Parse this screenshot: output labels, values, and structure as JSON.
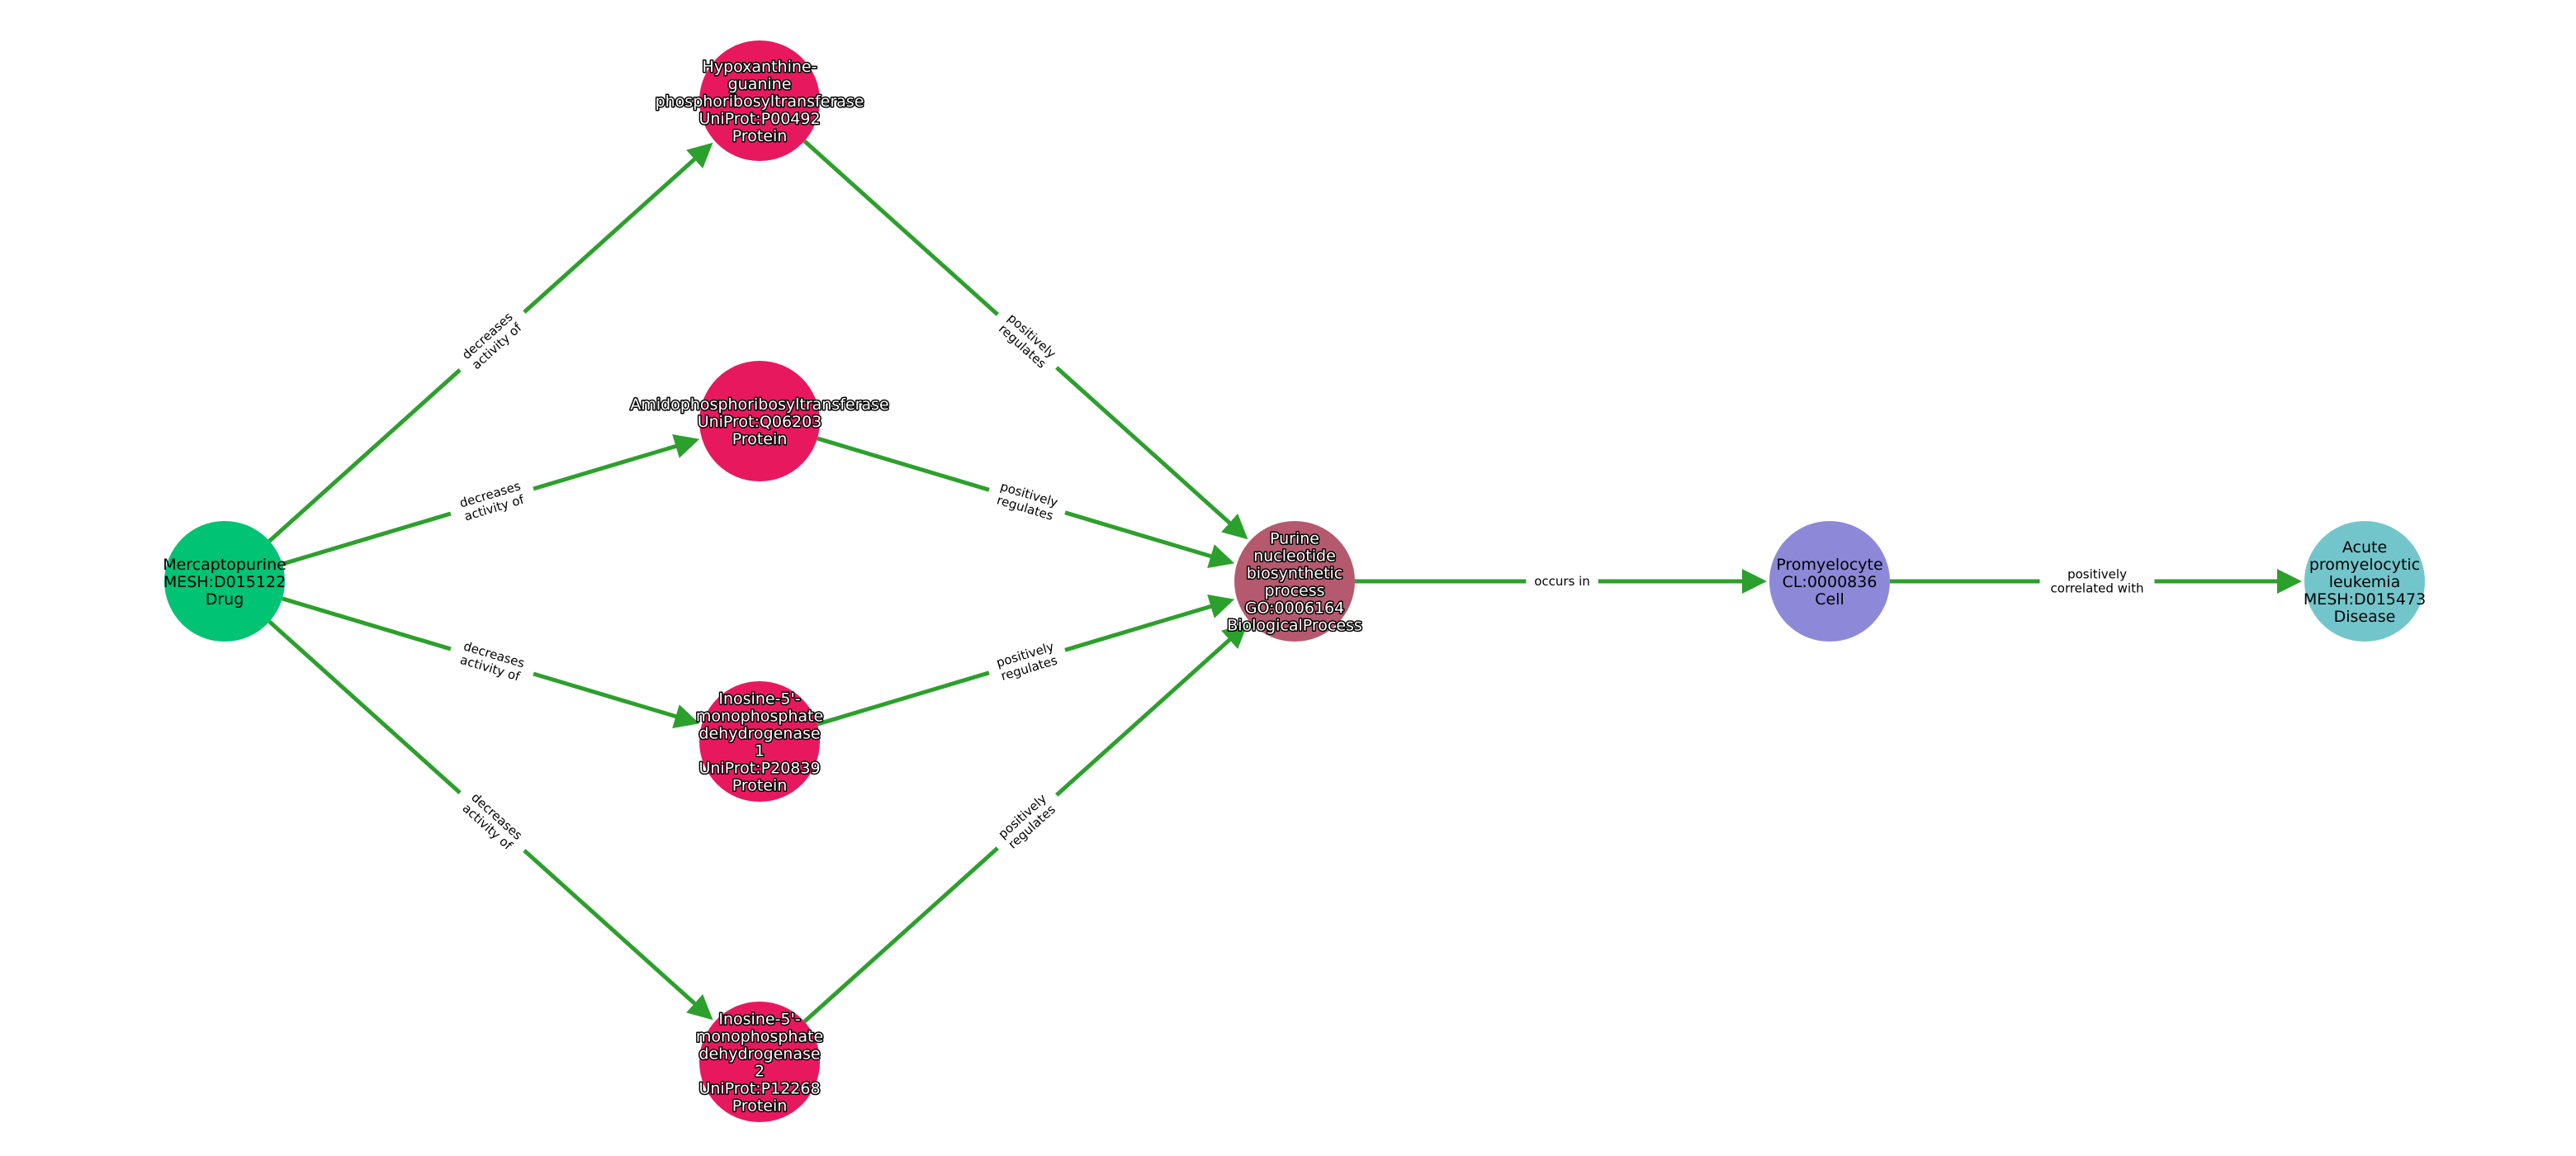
{
  "graph": {
    "edge_color": "#2ca02c",
    "nodes": [
      {
        "id": "drug",
        "lines": [
          "Mercaptopurine",
          "MESH:D015122",
          "Drug"
        ],
        "type": "Drug",
        "color": "#00c373",
        "halo": false
      },
      {
        "id": "hprt",
        "lines": [
          "Hypoxanthine-",
          "guanine",
          "phosphoribosyltransferase",
          "UniProt:P00492",
          "Protein"
        ],
        "type": "Protein",
        "color": "#e8185f",
        "halo": true
      },
      {
        "id": "ppat",
        "lines": [
          "Amidophosphoribosyltransferase",
          "UniProt:Q06203",
          "Protein"
        ],
        "type": "Protein",
        "color": "#e8185f",
        "halo": true
      },
      {
        "id": "impdh1",
        "lines": [
          "Inosine-5'-",
          "monophosphate",
          "dehydrogenase",
          "1",
          "UniProt:P20839",
          "Protein"
        ],
        "type": "Protein",
        "color": "#e8185f",
        "halo": true
      },
      {
        "id": "impdh2",
        "lines": [
          "Inosine-5'-",
          "monophosphate",
          "dehydrogenase",
          "2",
          "UniProt:P12268",
          "Protein"
        ],
        "type": "Protein",
        "color": "#e8185f",
        "halo": true
      },
      {
        "id": "purine",
        "lines": [
          "Purine",
          "nucleotide",
          "biosynthetic",
          "process",
          "GO:0006164",
          "BiologicalProcess"
        ],
        "type": "BiologicalProcess",
        "color": "#b5596e",
        "halo": true
      },
      {
        "id": "cell",
        "lines": [
          "Promyelocyte",
          "CL:0000836",
          "Cell"
        ],
        "type": "Cell",
        "color": "#8d88d8",
        "halo": false
      },
      {
        "id": "disease",
        "lines": [
          "Acute",
          "promyelocytic",
          "leukemia",
          "MESH:D015473",
          "Disease"
        ],
        "type": "Disease",
        "color": "#72c6cb",
        "halo": false
      }
    ],
    "edges": [
      {
        "source": "drug",
        "target": "hprt",
        "lines": [
          "decreases",
          "activity of"
        ]
      },
      {
        "source": "drug",
        "target": "ppat",
        "lines": [
          "decreases",
          "activity of"
        ]
      },
      {
        "source": "drug",
        "target": "impdh1",
        "lines": [
          "decreases",
          "activity of"
        ]
      },
      {
        "source": "drug",
        "target": "impdh2",
        "lines": [
          "decreases",
          "activity of"
        ]
      },
      {
        "source": "hprt",
        "target": "purine",
        "lines": [
          "positively",
          "regulates"
        ]
      },
      {
        "source": "ppat",
        "target": "purine",
        "lines": [
          "positively",
          "regulates"
        ]
      },
      {
        "source": "impdh1",
        "target": "purine",
        "lines": [
          "positively",
          "regulates"
        ]
      },
      {
        "source": "impdh2",
        "target": "purine",
        "lines": [
          "positively",
          "regulates"
        ]
      },
      {
        "source": "purine",
        "target": "cell",
        "lines": [
          "occurs in"
        ]
      },
      {
        "source": "cell",
        "target": "disease",
        "lines": [
          "positively",
          "correlated with"
        ]
      }
    ]
  }
}
